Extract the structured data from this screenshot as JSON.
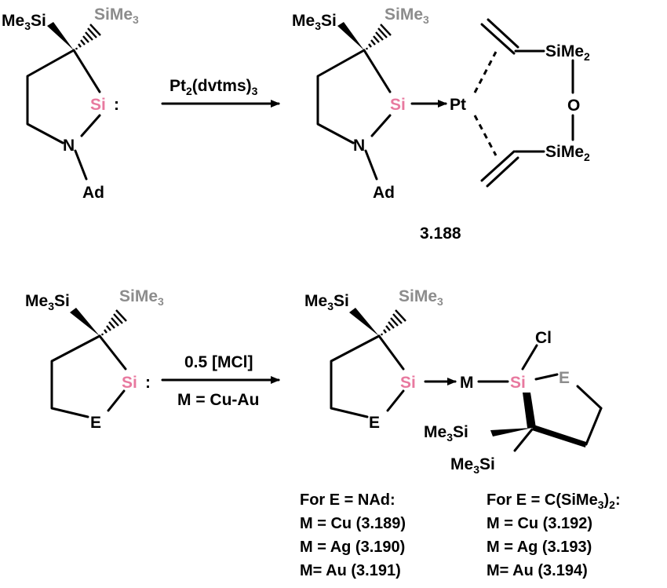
{
  "scheme_top": {
    "reactant": {
      "me3si": "Me3Si",
      "sime3": "SiMe3",
      "si_center": "Si",
      "si_lone_pair": ":",
      "n_atom": "N",
      "ad_group": "Ad"
    },
    "reagent": "Pt2(dvtms)3",
    "product": {
      "me3si": "Me3Si",
      "sime3": "SiMe3",
      "si_center": "Si",
      "n_atom": "N",
      "ad_group": "Ad",
      "metal": "Pt",
      "sime2_top": "SiMe2",
      "oxygen": "O",
      "sime2_bottom": "SiMe2",
      "compound_number": "3.188"
    }
  },
  "scheme_bottom": {
    "reactant": {
      "me3si": "Me3Si",
      "sime3": "SiMe3",
      "si_center": "Si",
      "si_lone_pair": ":",
      "e_atom": "E"
    },
    "reagent_top": "0.5 [MCl]",
    "reagent_bottom": "M = Cu-Au",
    "product": {
      "me3si": "Me3Si",
      "sime3": "SiMe3",
      "si_center": "Si",
      "e_atom": "E",
      "metal": "M",
      "si_right": "Si",
      "chloride": "Cl",
      "e_right": "E",
      "me3si_lower_1": "Me3Si",
      "me3si_lower_2": "Me3Si"
    },
    "legend_nad": {
      "heading": "For E = NAd:",
      "rows": [
        "M = Cu (3.189)",
        "M = Ag (3.190)",
        "M= Au (3.191)"
      ]
    },
    "legend_csime3": {
      "heading": "For E = C(SiMe3)2:",
      "rows": [
        "M = Cu (3.192)",
        "M = Ag (3.193)",
        "M= Au (3.194)"
      ]
    }
  },
  "colors": {
    "silicon_highlight": "#e8799f",
    "grey_label": "#8c8c8c",
    "ink": "#000000"
  }
}
